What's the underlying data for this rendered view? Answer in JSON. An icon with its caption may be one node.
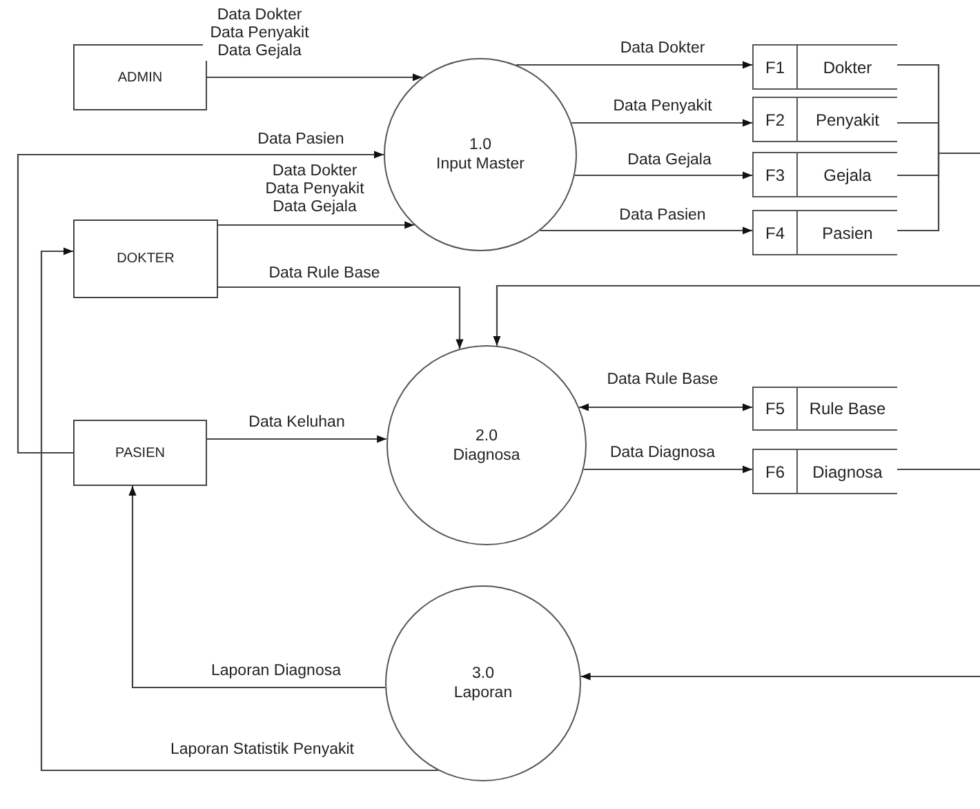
{
  "diagram": {
    "nodes": [
      {
        "text": [
          "ADMIN"
        ]
      },
      {
        "text": [
          "DOKTER"
        ]
      },
      {
        "text": [
          "PASIEN"
        ]
      },
      {
        "text": [
          "1.0",
          "Input Master"
        ]
      },
      {
        "text": [
          "2.0",
          "Diagnosa"
        ]
      },
      {
        "text": [
          "3.0",
          "Laporan"
        ]
      },
      {
        "text": [
          "F1",
          "Dokter"
        ]
      },
      {
        "text": [
          "F2",
          "Penyakit"
        ]
      },
      {
        "text": [
          "F3",
          "Gejala"
        ]
      },
      {
        "text": [
          "F4",
          "Pasien"
        ]
      },
      {
        "text": [
          "F5",
          "Rule Base"
        ]
      },
      {
        "text": [
          "F6",
          "Diagnosa"
        ]
      }
    ],
    "edges": [
      {
        "from": 0,
        "to": 3,
        "arrow": "to",
        "label": "Data Dokter Data Penyakit Data Gejala"
      },
      {
        "from": 2,
        "to": 3,
        "arrow": "to",
        "label": "Data Pasien"
      },
      {
        "from": 1,
        "to": 3,
        "arrow": "to",
        "label": "Data Dokter Data Penyakit Data Gejala"
      },
      {
        "from": 1,
        "to": 4,
        "arrow": "to",
        "label": "Data Rule Base"
      },
      {
        "from": 2,
        "to": 4,
        "arrow": "to",
        "label": "Data Keluhan"
      },
      {
        "from": 3,
        "to": 6,
        "arrow": "to",
        "label": "Data Dokter"
      },
      {
        "from": 3,
        "to": 7,
        "arrow": "to",
        "label": "Data Penyakit"
      },
      {
        "from": 3,
        "to": 8,
        "arrow": "to",
        "label": "Data Gejala"
      },
      {
        "from": 3,
        "to": 9,
        "arrow": "to",
        "label": "Data Pasien"
      },
      {
        "from": 6,
        "to": null,
        "arrow": "none"
      },
      {
        "from": 7,
        "to": null,
        "arrow": "none"
      },
      {
        "from": 8,
        "to": null,
        "arrow": "none"
      },
      {
        "from": 9,
        "to": null,
        "arrow": "none"
      },
      {
        "from": null,
        "to": 4,
        "arrow": "to"
      },
      {
        "from": 4,
        "to": 10,
        "arrow": "both",
        "label": "Data Rule Base"
      },
      {
        "from": 4,
        "to": 11,
        "arrow": "to",
        "label": "Data Diagnosa"
      },
      {
        "from": 11,
        "to": null,
        "arrow": "none"
      },
      {
        "from": null,
        "to": 5,
        "arrow": "to"
      },
      {
        "from": 5,
        "to": 2,
        "arrow": "to",
        "label": "Laporan Diagnosa"
      },
      {
        "from": 5,
        "to": 1,
        "arrow": "to",
        "label": "Laporan Statistik Penyakit"
      }
    ]
  }
}
